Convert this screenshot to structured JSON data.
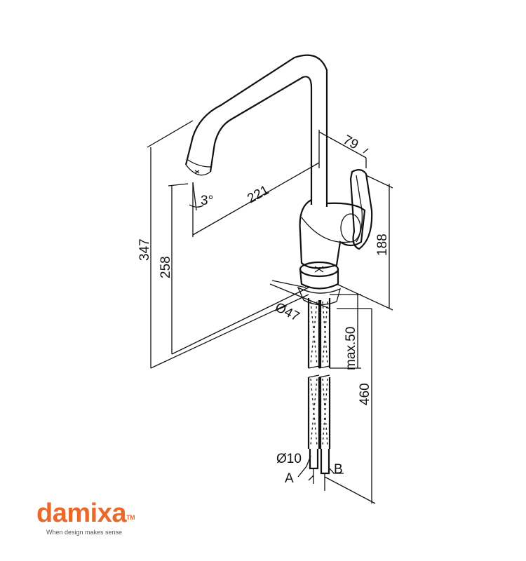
{
  "drawing": {
    "dimensions": {
      "total_height": "347",
      "spout_height": "258",
      "spout_reach": "221",
      "spout_angle": "3°",
      "handle_depth": "79",
      "handle_height": "188",
      "base_diameter": "Ø47",
      "max_deck_thickness": "max.50",
      "hose_length": "460",
      "hose_diameter": "Ø10",
      "hose_a": "A",
      "hose_b": "B"
    }
  },
  "logo": {
    "brand": "damixa",
    "trademark": "TM",
    "tagline": "When design makes sense",
    "color": "#e8692a"
  }
}
